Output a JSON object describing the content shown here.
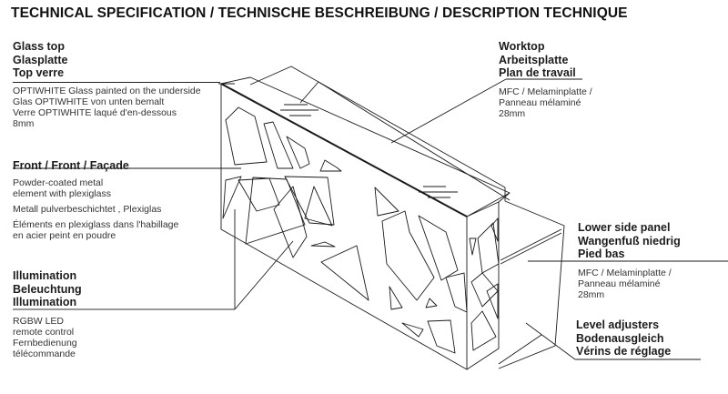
{
  "title": "TECHNICAL SPECIFICATION / TECHNISCHE BESCHREIBUNG / DESCRIPTION TECHNIQUE",
  "callouts": {
    "glass_top": {
      "heading": [
        "Glass top",
        "Glasplatte",
        "Top verre"
      ],
      "details": [
        "OPTIWHITE Glass painted on the underside",
        "Glas OPTIWHITE  von unten bemalt",
        "Verre OPTIWHITE laqué d'en-dessous",
        "8mm"
      ]
    },
    "front": {
      "heading": [
        "Front / Front / Façade"
      ],
      "details": [
        "Powder-coated metal",
        "element with plexiglass",
        "Metall pulverbeschichtet , Plexiglas",
        "Éléments en plexiglass dans l'habillage",
        "en acier peint en poudre"
      ]
    },
    "illumination": {
      "heading": [
        "Illumination",
        "Beleuchtung",
        "Illumination"
      ],
      "details": [
        "RGBW LED",
        "remote control",
        "Fernbedienung",
        "télécommande"
      ]
    },
    "worktop": {
      "heading": [
        "Worktop",
        "Arbeitsplatte",
        "Plan de travail"
      ],
      "details": [
        "MFC / Melaminplatte /",
        "Panneau mélaminé",
        "28mm"
      ]
    },
    "lower_side_panel": {
      "heading": [
        "Lower side panel",
        "Wangenfuß niedrig",
        "Pied bas"
      ],
      "details": [
        "MFC / Melaminplatte /",
        "Panneau mélaminé",
        "28mm"
      ]
    },
    "level_adjusters": {
      "heading": [
        "Level adjusters",
        "Bodenausgleich",
        "Vérins de réglage"
      ],
      "details": []
    }
  },
  "colors": {
    "line": "#1a1a1a",
    "text": "#1c1c1c",
    "background": "#ffffff"
  }
}
